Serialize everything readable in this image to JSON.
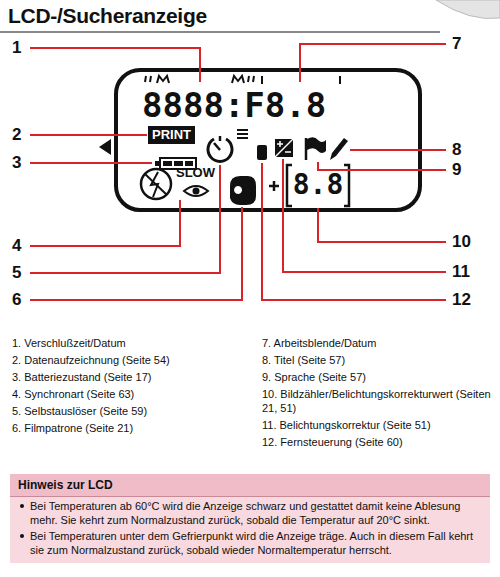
{
  "diagram": {
    "title": "LCD-/Sucheranzeige",
    "nodes": [
      {
        "text": [
          "Hinweis zur LCD",
          "Bei Temperaturen ab 60°C wird die Anzeige schwarz und gestattet damit keine Ablesung mehr. Sie kehrt zum Normalzustand zurück, sobald die Temperatur auf 20°C sinkt.",
          "Bei Temperaturen unter dem Gefrierpunkt wird die Anzeige träge. Auch in diesem Fall kehrt sie zum Normalzustand zurück, sobald wieder Normaltemperatur herrscht."
        ]
      }
    ],
    "labels": [
      "1",
      "2",
      "3",
      "4",
      "5",
      "6",
      "7",
      "8",
      "9",
      "10",
      "11",
      "12",
      "8888:F8.8",
      "PRINT",
      "SLOW",
      "8.8",
      "1. Verschlußzeit/Datum",
      "2. Datenaufzeichnung (Seite 54)",
      "3. Batteriezustand (Seite 17)",
      "4. Synchronart (Seite 63)",
      "5. Selbstauslöser (Seite 59)",
      "6. Filmpatrone (Seite 21)",
      "7. Arbeitsblende/Datum",
      "8. Titel (Seite 57)",
      "9. Sprache (Seite 57)",
      "10. Bildzähler/Belichtungskorrekturwert (Seiten 21, 51)",
      "11. Belichtungskorrektur (Seite 51)",
      "12. Fernsteuerung (Seite 60)"
    ]
  }
}
